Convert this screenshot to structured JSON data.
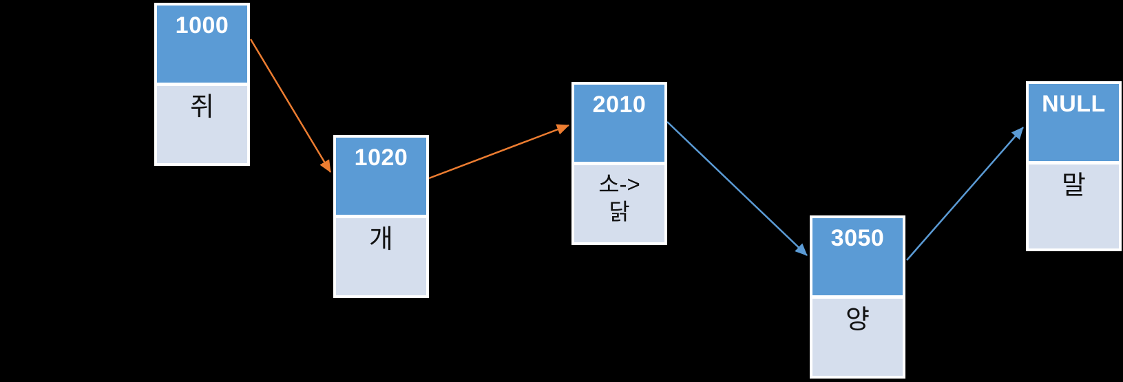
{
  "diagram": {
    "type": "linked-list",
    "nodes": [
      {
        "address": "1000",
        "value": "쥐"
      },
      {
        "address": "1020",
        "value": "개"
      },
      {
        "address": "2010",
        "value": "소->\n닭"
      },
      {
        "address": "3050",
        "value": "양"
      },
      {
        "address": "NULL",
        "value": "말"
      }
    ],
    "arrows": [
      {
        "from": "1000",
        "to": "1020",
        "color": "#ED7D31"
      },
      {
        "from": "1020",
        "to": "2010",
        "color": "#ED7D31"
      },
      {
        "from": "2010",
        "to": "3050",
        "color": "#5B9BD5"
      },
      {
        "from": "3050",
        "to": "NULL",
        "color": "#5B9BD5"
      }
    ],
    "colors": {
      "node_header": "#5B9BD5",
      "node_body": "#D5DEED",
      "node_border": "#FFFFFF",
      "background": "#000000",
      "arrow_orange": "#ED7D31",
      "arrow_blue": "#5B9BD5",
      "header_text": "#FFFFFF",
      "body_text": "#111111"
    }
  }
}
